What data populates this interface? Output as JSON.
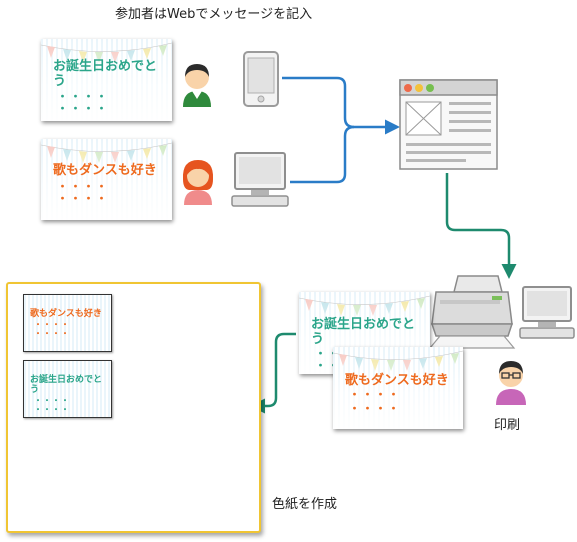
{
  "top_caption": "参加者はWebでメッセージを記入",
  "print_label": "印刷",
  "shikishi_label": "色紙を作成",
  "cards": {
    "card1": {
      "message": "お誕生日おめでとう",
      "dots": "・・・・"
    },
    "card2": {
      "message": "歌もダンスも好き",
      "dots": "・・・・"
    }
  },
  "colors": {
    "teal": "#2aa58a",
    "orange": "#ee6a1e",
    "flow_arrow": "#2a7cc7",
    "result_arrow": "#1e8a6e",
    "frame": "#f0c533"
  },
  "icons": [
    "person-boy-icon",
    "person-girl-icon",
    "smartphone-icon",
    "desktop-pc-icon",
    "webpage-icon",
    "printer-icon",
    "person-glasses-icon"
  ]
}
